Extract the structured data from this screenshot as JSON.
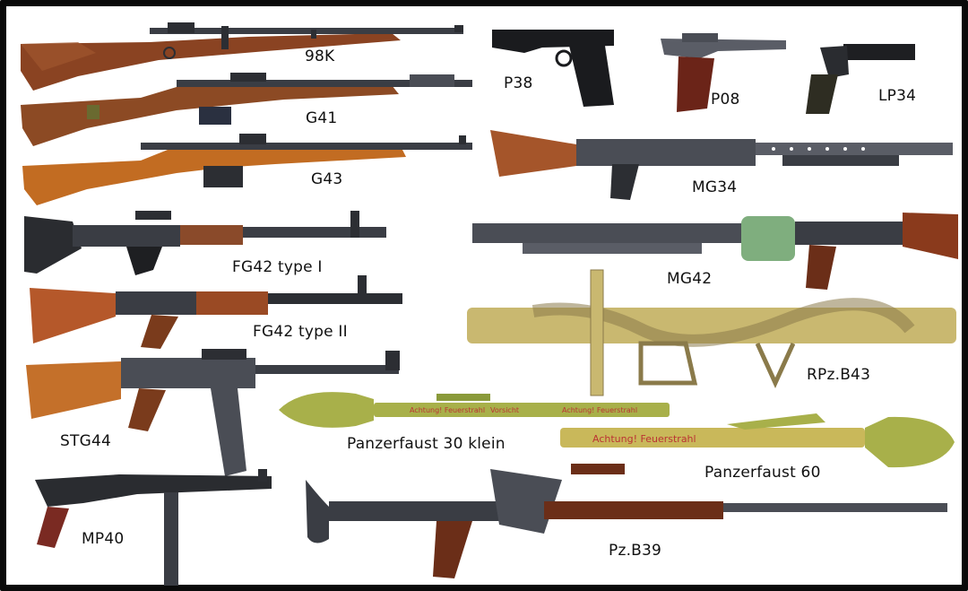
{
  "weapons": [
    {
      "id": "98k",
      "label": "98K"
    },
    {
      "id": "g41",
      "label": "G41"
    },
    {
      "id": "g43",
      "label": "G43"
    },
    {
      "id": "fg42-1",
      "label": "FG42  type I"
    },
    {
      "id": "fg42-2",
      "label": "FG42  type II"
    },
    {
      "id": "stg44",
      "label": "STG44"
    },
    {
      "id": "mp40",
      "label": "MP40"
    },
    {
      "id": "p38",
      "label": "P38"
    },
    {
      "id": "p08",
      "label": "P08"
    },
    {
      "id": "lp34",
      "label": "LP34"
    },
    {
      "id": "mg34",
      "label": "MG34"
    },
    {
      "id": "mg42",
      "label": "MG42"
    },
    {
      "id": "rpzb43",
      "label": "RPz.B43"
    },
    {
      "id": "pf30",
      "label": "Panzerfaust 30 klein"
    },
    {
      "id": "pf60",
      "label": "Panzerfaust 60"
    },
    {
      "id": "pzb39",
      "label": "Pz.B39"
    }
  ],
  "markings": {
    "pf30_warning_1": "Achtung! Feuerstrahl",
    "pf30_warning_2": "Vorsicht",
    "pf30_warning_3": "Achtung! Feuerstrahl",
    "pf60_warning": "Achtung! Feuerstrahl"
  },
  "colors": {
    "frame": "#0a0a0a",
    "wood_dark": "#7a3b1c",
    "wood_light": "#c0702a",
    "steel": "#3a3d44",
    "olive": "#a8b04a",
    "camo": "#c9b870"
  }
}
